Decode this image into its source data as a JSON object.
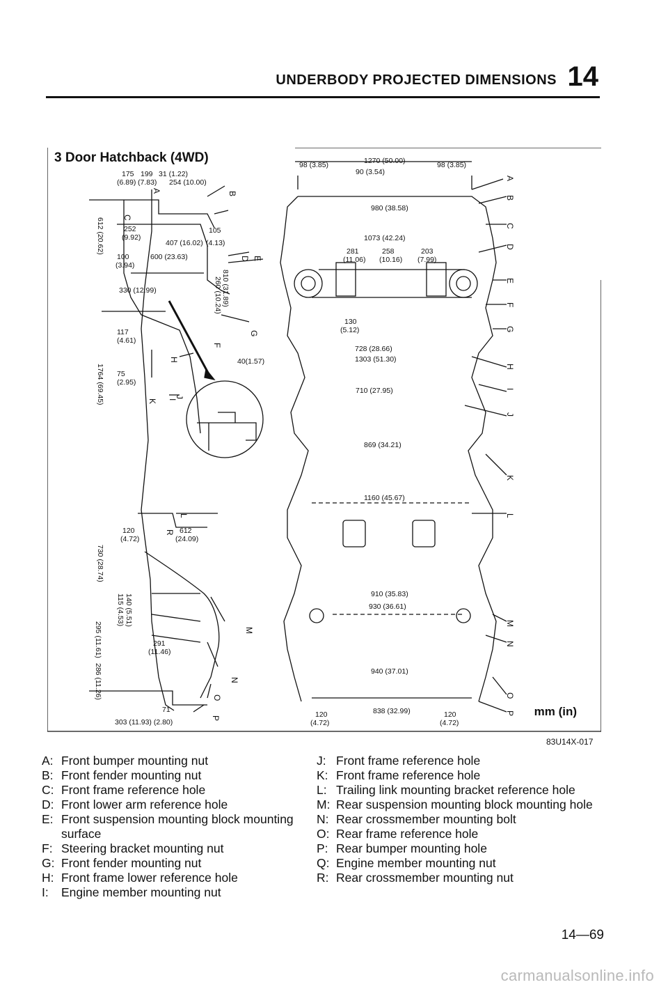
{
  "header": {
    "title": "UNDERBODY PROJECTED DIMENSIONS",
    "chapter": "14"
  },
  "figure": {
    "title": "3 Door Hatchback (4WD)",
    "units": "mm (in)",
    "code": "83U14X-017",
    "dims_left": [
      "175",
      "(6.89)",
      "199",
      "(7.83)",
      "31 (1.22)",
      "254 (10.00)",
      "612 (20.62)",
      "252",
      "(9.92)",
      "407 (16.02)",
      "105",
      "(4.13)",
      "100",
      "(3.94)",
      "600 (23.63)",
      "330 (12.99)",
      "810 (31.89)",
      "260 (10.24)",
      "117",
      "(4.61)",
      "75",
      "(2.95)",
      "40(1.57)",
      "1764 (69.45)",
      "120",
      "(4.72)",
      "612",
      "(24.09)",
      "730 (28.74)",
      "115 (4.53)",
      "140 (5.51)",
      "295 (11.61)",
      "291",
      "(11.46)",
      "286 (11.26)",
      "71",
      "303 (11.93) (2.80)"
    ],
    "dims_right": [
      "98 (3.85)",
      "1270 (50.00)",
      "98 (3.85)",
      "90 (3.54)",
      "980 (38.58)",
      "1073 (42.24)",
      "281",
      "(11.06)",
      "258",
      "(10.16)",
      "203",
      "(7.99)",
      "130",
      "(5.12)",
      "728 (28.66)",
      "1303 (51.30)",
      "710 (27.95)",
      "869 (34.21)",
      "1160 (45.67)",
      "910 (35.83)",
      "930 (36.61)",
      "940 (37.01)",
      "120",
      "(4.72)",
      "838 (32.99)",
      "120",
      "(4.72)"
    ],
    "refs_left": [
      "A",
      "B",
      "C",
      "D",
      "E",
      "F",
      "G",
      "H",
      "I",
      "J",
      "K",
      "L",
      "R",
      "M",
      "N",
      "O",
      "P"
    ],
    "refs_right": [
      "A",
      "B",
      "C",
      "D",
      "E",
      "F",
      "G",
      "H",
      "I",
      "J",
      "K",
      "L",
      "M",
      "N",
      "O",
      "P"
    ]
  },
  "legend_left": [
    {
      "key": "A:",
      "text": "Front bumper mounting nut"
    },
    {
      "key": "B:",
      "text": "Front fender mounting nut"
    },
    {
      "key": "C:",
      "text": "Front frame reference hole"
    },
    {
      "key": "D:",
      "text": "Front lower arm reference hole"
    },
    {
      "key": "E:",
      "text": "Front suspension mounting block mounting surface"
    },
    {
      "key": "F:",
      "text": "Steering bracket mounting nut"
    },
    {
      "key": "G:",
      "text": "Front fender mounting nut"
    },
    {
      "key": "H:",
      "text": "Front frame lower reference hole"
    },
    {
      "key": "I:",
      "text": "Engine member mounting nut"
    }
  ],
  "legend_right": [
    {
      "key": "J:",
      "text": "Front frame reference hole"
    },
    {
      "key": "K:",
      "text": "Front frame reference hole"
    },
    {
      "key": "L:",
      "text": "Trailing link mounting bracket reference hole"
    },
    {
      "key": "M:",
      "text": "Rear suspension mounting block mounting hole"
    },
    {
      "key": "N:",
      "text": "Rear crossmember mounting bolt"
    },
    {
      "key": "O:",
      "text": "Rear frame reference hole"
    },
    {
      "key": "P:",
      "text": "Rear bumper mounting hole"
    },
    {
      "key": "Q:",
      "text": "Engine member mounting nut"
    },
    {
      "key": "R:",
      "text": "Rear crossmember mounting nut"
    }
  ],
  "page_number": "14—69",
  "watermark": "carmanualsonline.info"
}
